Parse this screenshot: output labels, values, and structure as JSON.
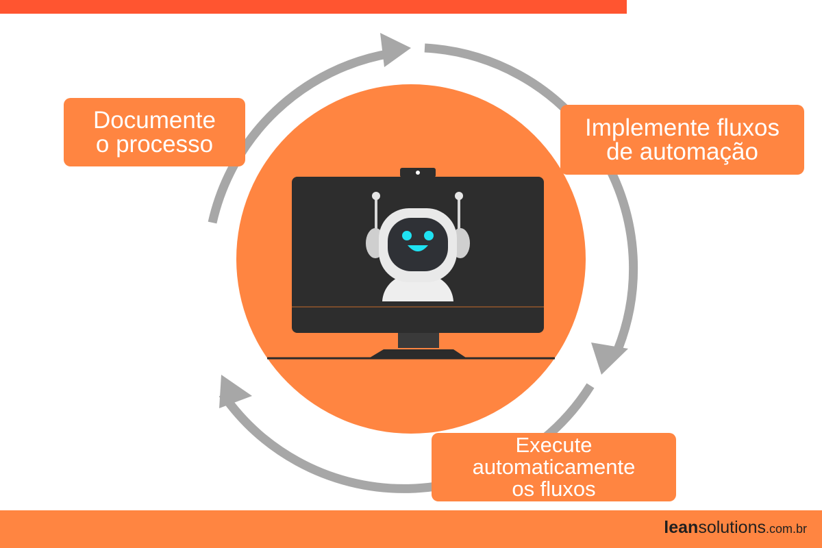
{
  "colors": {
    "accent": "#ff8541",
    "top_bar": "#ff5530",
    "arrow": "#a7a7a7",
    "screen": "#2d2d2d",
    "robot_eyes": "#1fe2f2"
  },
  "steps": [
    {
      "id": "documente",
      "lines": [
        "Documente",
        "o processo"
      ]
    },
    {
      "id": "implemente",
      "lines": [
        "Implemente fluxos",
        "de automação"
      ]
    },
    {
      "id": "execute",
      "lines": [
        "Execute",
        "automaticamente",
        "os fluxos"
      ]
    }
  ],
  "logo": {
    "bold": "lean",
    "light": "solutions",
    "suffix": ".com.br"
  },
  "icons": [
    "cycle-arrow-icon",
    "monitor-icon",
    "robot-icon",
    "webcam-icon"
  ]
}
